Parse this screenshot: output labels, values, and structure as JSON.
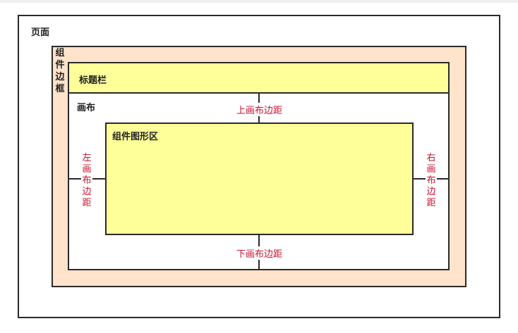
{
  "diagram": {
    "page_label": "页面",
    "frame_label": "组件边框",
    "titlebar_label": "标题栏",
    "canvas_label": "画布",
    "shape_area_label": "组件图形区",
    "margins": {
      "top": "上画布边距",
      "bottom": "下画布边距",
      "left": "左画布边距",
      "right": "右画布边距"
    },
    "colors": {
      "frame_fill": "#ffe3cb",
      "highlight_fill": "#ffff99",
      "margin_text": "#c8102e",
      "border": "#2a2a2a"
    }
  }
}
